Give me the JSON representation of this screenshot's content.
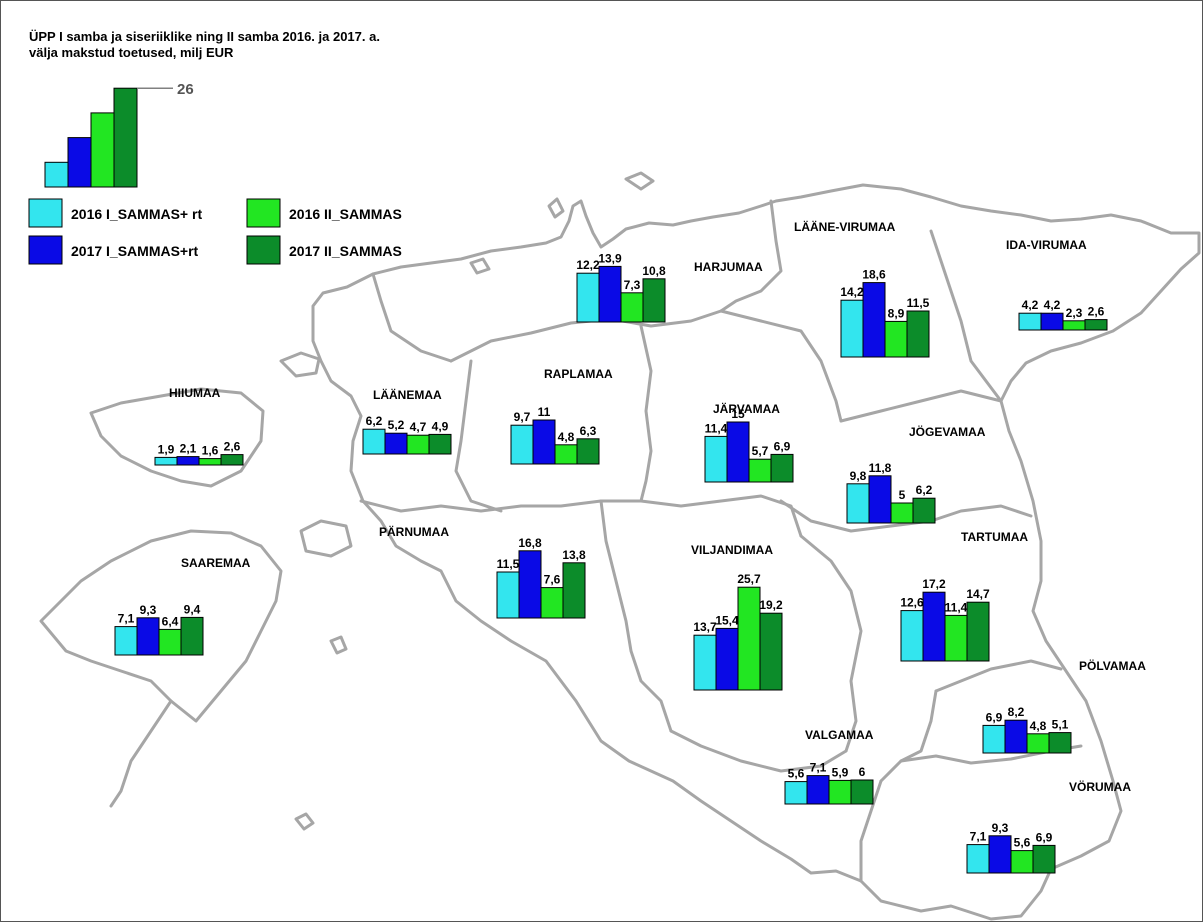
{
  "title": {
    "line1": "ÜPP I samba ja siseriiklike ning II samba 2016. ja 2017. a.",
    "line2": "välja makstud toetused, milj EUR"
  },
  "legend": {
    "scale_value": "26",
    "items": [
      {
        "label": "2016 I_SAMMAS+ rt",
        "color": "#33e5ee"
      },
      {
        "label": "2017 I_SAMMAS+rt",
        "color": "#0a0ae6"
      },
      {
        "label": "2016 II_SAMMAS",
        "color": "#22e622"
      },
      {
        "label": "2017 II_SAMMAS",
        "color": "#0c8c2a"
      }
    ]
  },
  "chart_data": {
    "type": "bar",
    "unit": "milj EUR",
    "series_names": [
      "2016 I_SAMMAS+ rt",
      "2017 I_SAMMAS+rt",
      "2016 II_SAMMAS",
      "2017 II_SAMMAS"
    ],
    "counties": [
      {
        "name": "HARJUMAA",
        "values": [
          12.2,
          13.9,
          7.3,
          10.8
        ],
        "labels": [
          "12,2",
          "13,9",
          "7,3",
          "10,8"
        ]
      },
      {
        "name": "LÄÄNE-VIRUMAA",
        "values": [
          14.2,
          18.6,
          8.9,
          11.5
        ],
        "labels": [
          "14,2",
          "18,6",
          "8,9",
          "11,5"
        ]
      },
      {
        "name": "IDA-VIRUMAA",
        "values": [
          4.2,
          4.2,
          2.3,
          2.6
        ],
        "labels": [
          "4,2",
          "4,2",
          "2,3",
          "2,6"
        ]
      },
      {
        "name": "LÄÄNEMAA",
        "values": [
          6.2,
          5.2,
          4.7,
          4.9
        ],
        "labels": [
          "6,2",
          "5,2",
          "4,7",
          "4,9"
        ]
      },
      {
        "name": "HIIUMAA",
        "values": [
          1.9,
          2.1,
          1.6,
          2.6
        ],
        "labels": [
          "1,9",
          "2,1",
          "1,6",
          "2,6"
        ]
      },
      {
        "name": "RAPLAMAA",
        "values": [
          9.7,
          11,
          4.8,
          6.3
        ],
        "labels": [
          "9,7",
          "11",
          "4,8",
          "6,3"
        ]
      },
      {
        "name": "JÄRVAMAA",
        "values": [
          11.4,
          15,
          5.7,
          6.9
        ],
        "labels": [
          "11,4",
          "15",
          "5,7",
          "6,9"
        ]
      },
      {
        "name": "JÕGEVAMAA",
        "values": [
          9.8,
          11.8,
          5,
          6.2
        ],
        "labels": [
          "9,8",
          "11,8",
          "5",
          "6,2"
        ]
      },
      {
        "name": "PÄRNUMAA",
        "values": [
          11.5,
          16.8,
          7.6,
          13.8
        ],
        "labels": [
          "11,5",
          "16,8",
          "7,6",
          "13,8"
        ]
      },
      {
        "name": "SAAREMAA",
        "values": [
          7.1,
          9.3,
          6.4,
          9.4
        ],
        "labels": [
          "7,1",
          "9,3",
          "6,4",
          "9,4"
        ]
      },
      {
        "name": "VILJANDIMAA",
        "values": [
          13.7,
          15.4,
          25.7,
          19.2
        ],
        "labels": [
          "13,7",
          "15,4",
          "25,7",
          "19,2"
        ]
      },
      {
        "name": "TARTUMAA",
        "values": [
          12.6,
          17.2,
          11.4,
          14.7
        ],
        "labels": [
          "12,6",
          "17,2",
          "11,4",
          "14,7"
        ]
      },
      {
        "name": "PÕLVAMAA",
        "values": [
          6.9,
          8.2,
          4.8,
          5.1
        ],
        "labels": [
          "6,9",
          "8,2",
          "4,8",
          "5,1"
        ]
      },
      {
        "name": "VALGAMAA",
        "values": [
          5.6,
          7.1,
          5.9,
          6
        ],
        "labels": [
          "5,6",
          "7,1",
          "5,9",
          "6"
        ]
      },
      {
        "name": "VÕRUMAA",
        "values": [
          7.1,
          9.3,
          5.6,
          6.9
        ],
        "labels": [
          "7,1",
          "9,3",
          "5,6",
          "6,9"
        ]
      }
    ],
    "county_label_overrides": {
      "PÕLVAMAA": "PÖLVAMAA",
      "JÕGEVAMAA": "JÖGEVAMAA",
      "VÕRUMAA": "VÖRUMAA"
    }
  },
  "colors": {
    "border": "#a6a6a6",
    "bar_outline": "#000000"
  }
}
